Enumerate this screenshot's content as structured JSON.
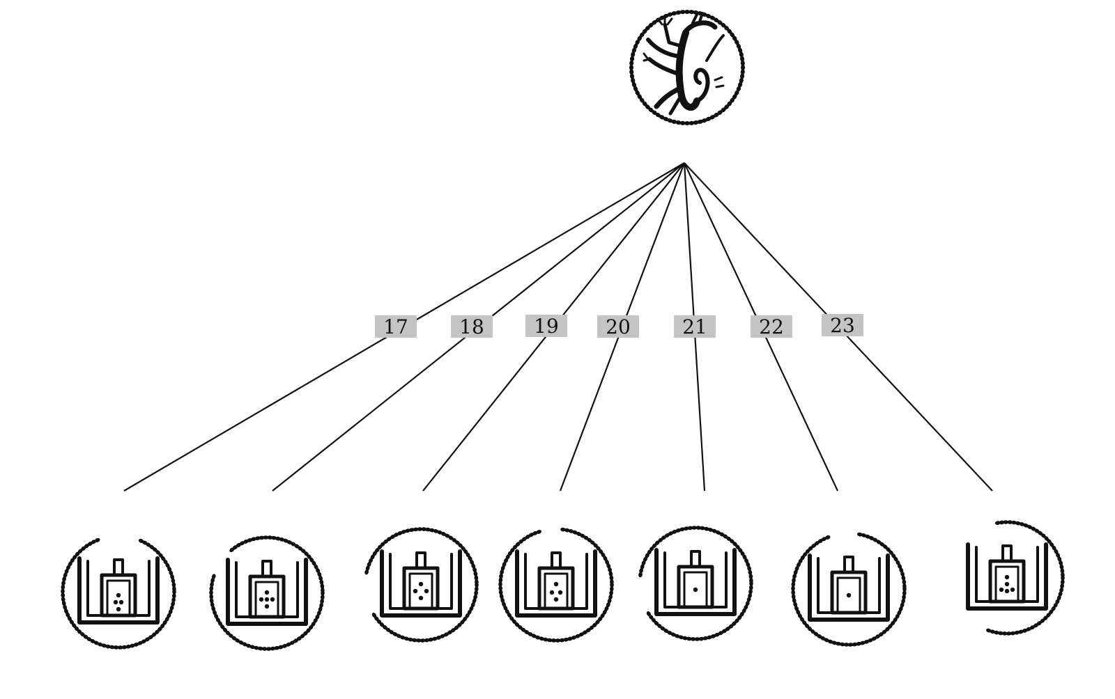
{
  "diagram": {
    "type": "tree",
    "root": {
      "name": "root-seal",
      "icon": "seal-figure-icon"
    },
    "children": [
      {
        "label": "17",
        "icon": "seal-shrine-icon"
      },
      {
        "label": "18",
        "icon": "seal-shrine-icon"
      },
      {
        "label": "19",
        "icon": "seal-shrine-icon"
      },
      {
        "label": "20",
        "icon": "seal-shrine-icon"
      },
      {
        "label": "21",
        "icon": "seal-shrine-icon"
      },
      {
        "label": "22",
        "icon": "seal-shrine-icon"
      },
      {
        "label": "23",
        "icon": "seal-shrine-icon"
      }
    ],
    "colors": {
      "ink": "#111111",
      "label_background": "#c4c4c4",
      "background": "#ffffff"
    }
  }
}
